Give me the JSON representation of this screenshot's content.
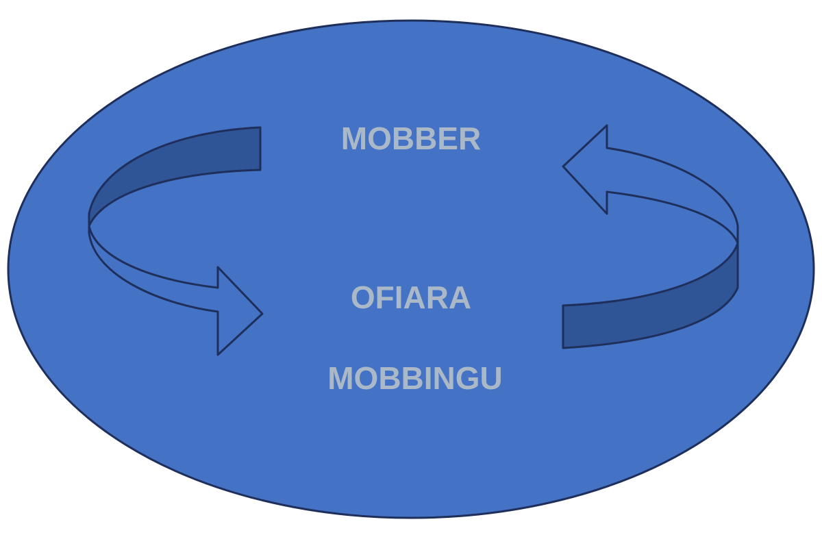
{
  "diagram": {
    "top_label": "MOBBER",
    "bottom_label_line1": "OFIARA",
    "bottom_label_line2": "MOBBINGU"
  },
  "colors": {
    "background": "#ffffff",
    "ellipse_fill": "#4472c4",
    "ellipse_stroke": "#1f2f5c",
    "arrow_face": "#4472c4",
    "arrow_inner": "#2f5597",
    "arrow_stroke": "#1f2f5c",
    "text": "#aab8c8"
  }
}
